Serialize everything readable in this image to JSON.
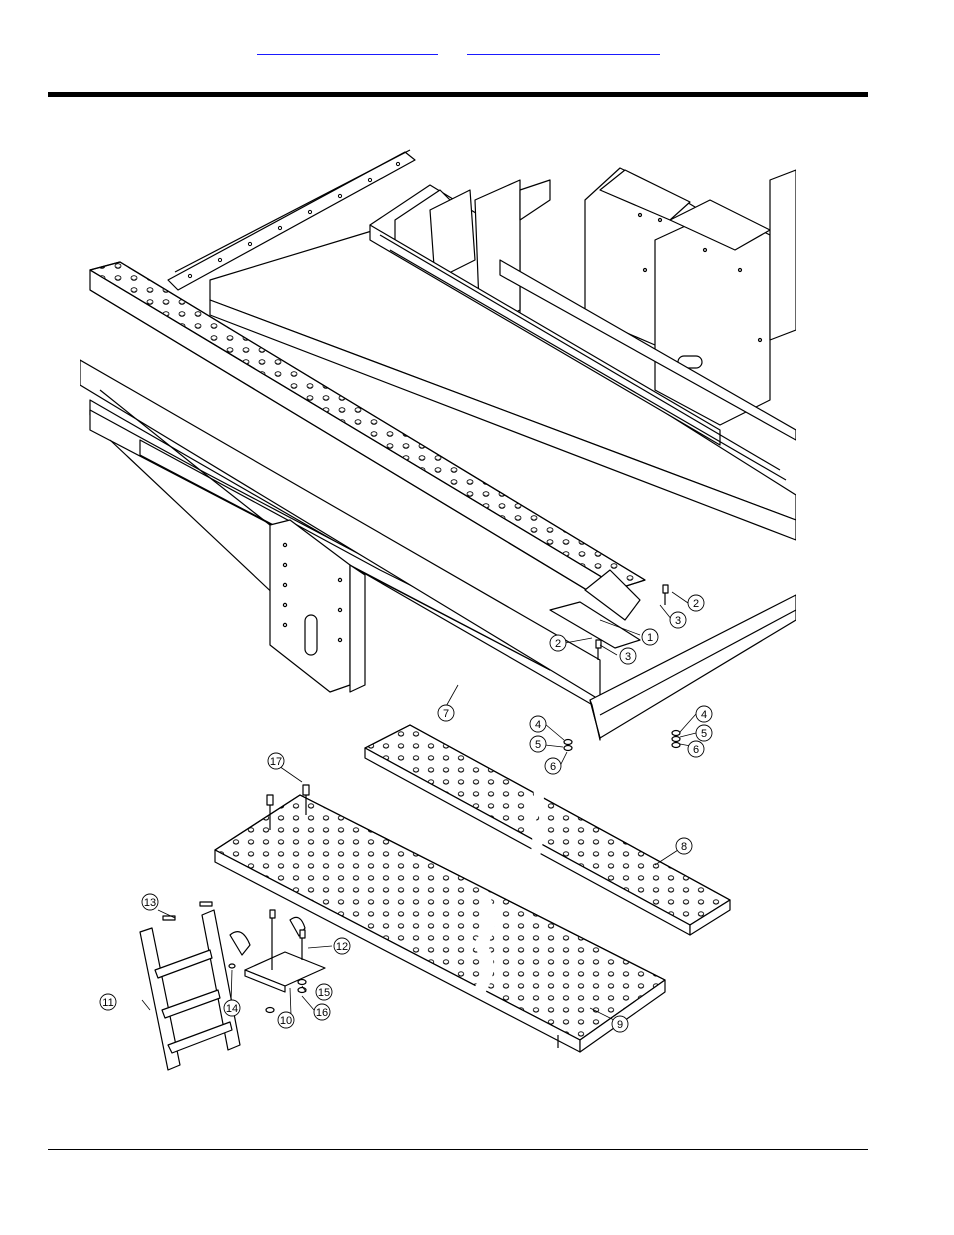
{
  "header": {
    "link_left": "",
    "link_right": ""
  },
  "diagram": {
    "callouts": [
      {
        "id": "c1",
        "label": "1"
      },
      {
        "id": "c2a",
        "label": "2"
      },
      {
        "id": "c2b",
        "label": "2"
      },
      {
        "id": "c3a",
        "label": "3"
      },
      {
        "id": "c3b",
        "label": "3"
      },
      {
        "id": "c4a",
        "label": "4"
      },
      {
        "id": "c4b",
        "label": "4"
      },
      {
        "id": "c5a",
        "label": "5"
      },
      {
        "id": "c5b",
        "label": "5"
      },
      {
        "id": "c6a",
        "label": "6"
      },
      {
        "id": "c6b",
        "label": "6"
      },
      {
        "id": "c7",
        "label": "7"
      },
      {
        "id": "c8",
        "label": "8"
      },
      {
        "id": "c9",
        "label": "9"
      },
      {
        "id": "c10",
        "label": "10"
      },
      {
        "id": "c11",
        "label": "11"
      },
      {
        "id": "c12",
        "label": "12"
      },
      {
        "id": "c13",
        "label": "13"
      },
      {
        "id": "c14",
        "label": "14"
      },
      {
        "id": "c15",
        "label": "15"
      },
      {
        "id": "c16",
        "label": "16"
      },
      {
        "id": "c17",
        "label": "17"
      }
    ]
  }
}
